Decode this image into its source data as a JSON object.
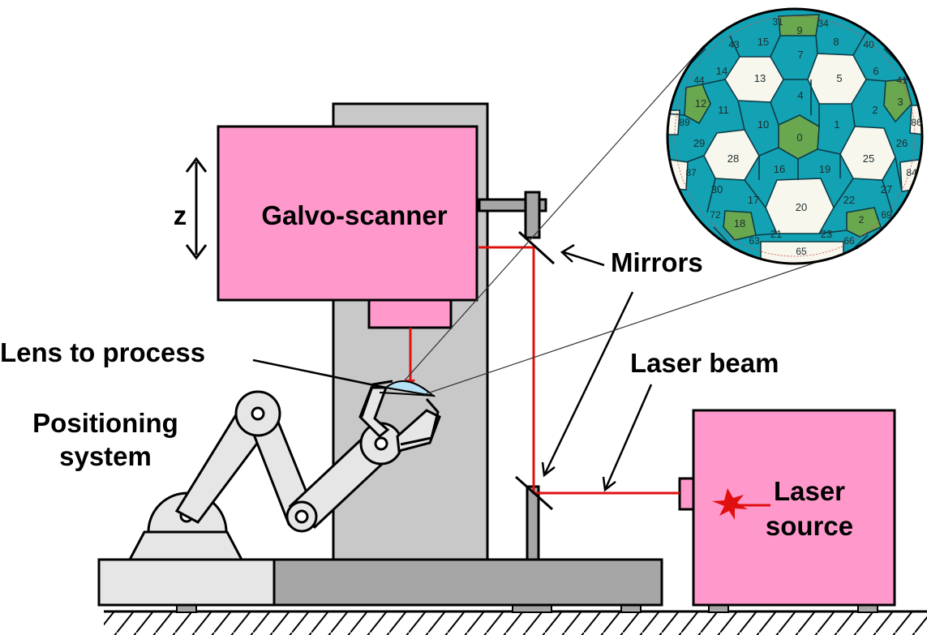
{
  "labels": {
    "galvo_scanner": "Galvo-scanner",
    "z_axis": "z",
    "mirrors": "Mirrors",
    "laser_beam": "Laser beam",
    "laser_source_line1": "Laser",
    "laser_source_line2": "source",
    "lens_to_process": "Lens to process",
    "positioning_line1": "Positioning",
    "positioning_line2": "system"
  },
  "colors": {
    "magenta_box": "#ff99cc",
    "column_gray": "#c8c8c8",
    "light_gray": "#e6e6e6",
    "dark_gray": "#a6a6a6",
    "laser_red": "#e01010",
    "cell_teal": "#12a2b4",
    "cell_green": "#6aa84f",
    "cell_white": "#f7f7ee",
    "lens_blue": "#b6e0f4"
  },
  "segment_numbers": {
    "center": [
      "0",
      "1",
      "2",
      "3",
      "4",
      "5",
      "6",
      "7",
      "8",
      "9",
      "10",
      "11",
      "12",
      "13",
      "14",
      "15",
      "16",
      "17",
      "18",
      "19",
      "20",
      "21",
      "22",
      "23",
      "25",
      "26",
      "27",
      "28",
      "29",
      "30"
    ],
    "rim": [
      "31",
      "34",
      "40",
      "41",
      "43",
      "44",
      "63",
      "65",
      "66",
      "69",
      "72",
      "84",
      "86",
      "87",
      "89"
    ]
  }
}
